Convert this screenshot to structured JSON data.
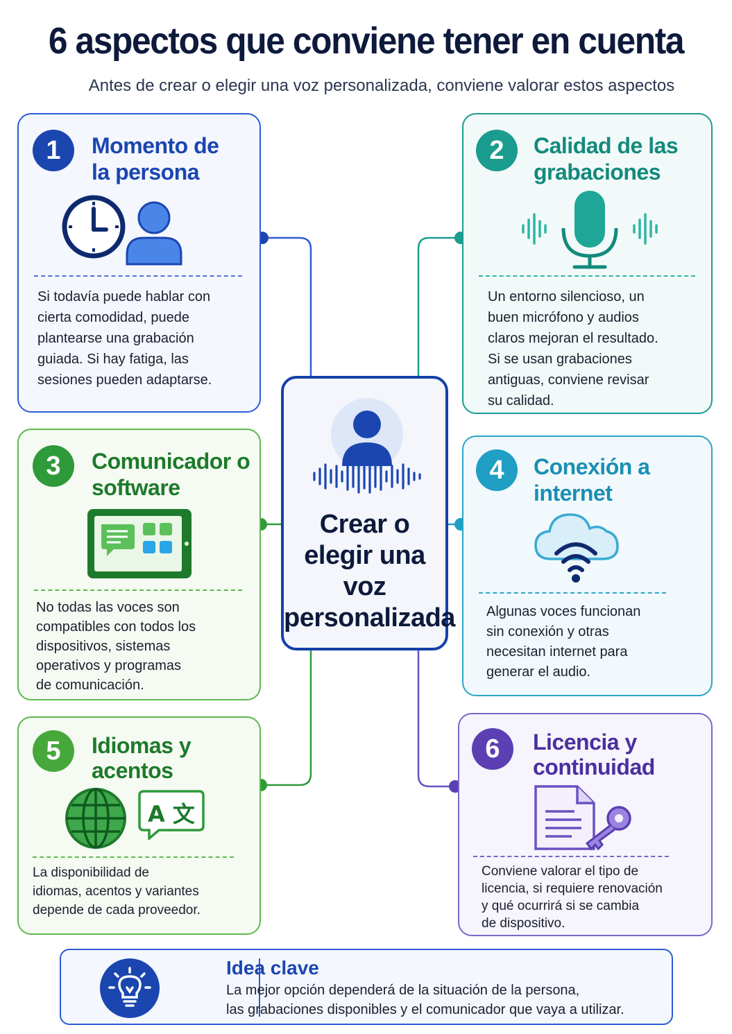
{
  "title": "6 aspectos que conviene tener en cuenta",
  "subtitle": "Antes de crear o elegir una voz personalizada, conviene valorar estos aspectos",
  "center": {
    "line1": "Crear o",
    "line2": "elegir una",
    "line3": "voz",
    "line4": "personalizada"
  },
  "cards": [
    {
      "number": "1",
      "title_l1": "Momento de",
      "title_l2": "la persona",
      "body": [
        "Si todavía puede hablar con",
        "cierta comodidad, puede",
        "plantearse una grabación",
        "guiada. Si hay fatiga, las",
        "sesiones pueden adaptarse."
      ],
      "icons": [
        "clock-icon",
        "person-icon"
      ]
    },
    {
      "number": "2",
      "title_l1": "Calidad de las",
      "title_l2": "grabaciones",
      "body": [
        "Un entorno silencioso, un",
        "buen micrófono y audios",
        "claros mejoran el resultado.",
        "Si se usan grabaciones",
        "antiguas, conviene revisar",
        "su calidad."
      ],
      "icons": [
        "microphone-icon"
      ]
    },
    {
      "number": "3",
      "title_l1": "Comunicador o",
      "title_l2": "software",
      "body": [
        "No todas las voces son",
        "compatibles con todos los",
        "dispositivos, sistemas",
        "operativos y programas",
        "de comunicación."
      ],
      "icons": [
        "tablet-icon"
      ]
    },
    {
      "number": "4",
      "title_l1": "Conexión a",
      "title_l2": "internet",
      "body": [
        "Algunas voces funcionan",
        "sin conexión y otras",
        "necesitan internet para",
        "generar el audio."
      ],
      "icons": [
        "cloud-wifi-icon"
      ]
    },
    {
      "number": "5",
      "title_l1": "Idiomas y",
      "title_l2": "acentos",
      "body": [
        "La disponibilidad de",
        "idiomas, acentos y variantes",
        "depende de cada proveedor."
      ],
      "icons": [
        "globe-icon",
        "translate-icon"
      ],
      "translate_glyph": "A 文"
    },
    {
      "number": "6",
      "title_l1": "Licencia y",
      "title_l2": "continuidad",
      "body": [
        "Conviene valorar el tipo de",
        "licencia, si requiere renovación",
        "y qué ocurrirá si se cambia",
        "de dispositivo."
      ],
      "icons": [
        "document-key-icon"
      ]
    }
  ],
  "key": {
    "title": "Idea clave",
    "line1": "La mejor opción dependerá de la situación de la persona,",
    "line2": "las grabaciones disponibles y el comunicador que vaya a utilizar."
  },
  "colors": {
    "blue": "#1b46b0",
    "teal": "#1a9c8e",
    "green": "#2e9a3a",
    "cyan": "#1f9fc4",
    "purple": "#5b3fb3",
    "navy": "#0e1a3c"
  }
}
